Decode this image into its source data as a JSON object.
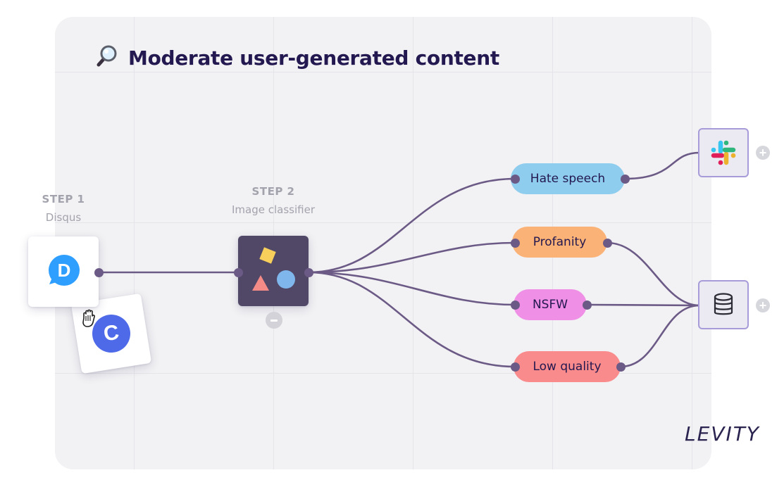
{
  "title": {
    "text": "Moderate user-generated content",
    "icon": "magnifier-icon"
  },
  "step1": {
    "label": "STEP 1",
    "app": "Disqus",
    "icon_letter": "D",
    "dragged_letter": "C"
  },
  "step2": {
    "label": "STEP 2",
    "app": "Image classifier"
  },
  "categories": [
    {
      "label": "Hate speech",
      "color": "#8ecdee"
    },
    {
      "label": "Profanity",
      "color": "#fbb276"
    },
    {
      "label": "NSFW",
      "color": "#ef8fe6"
    },
    {
      "label": "Low quality",
      "color": "#f98b8d"
    }
  ],
  "outputs": {
    "top": "slack-icon",
    "bottom": "database-icon"
  },
  "brand": "LEVITY",
  "colors": {
    "title": "#23184f",
    "connector": "#6c5a86",
    "classifier_bg": "#514868",
    "disqus_blue": "#2e9fff",
    "dragged_blue": "#4f6ae8",
    "output_border": "#a89bd9"
  }
}
